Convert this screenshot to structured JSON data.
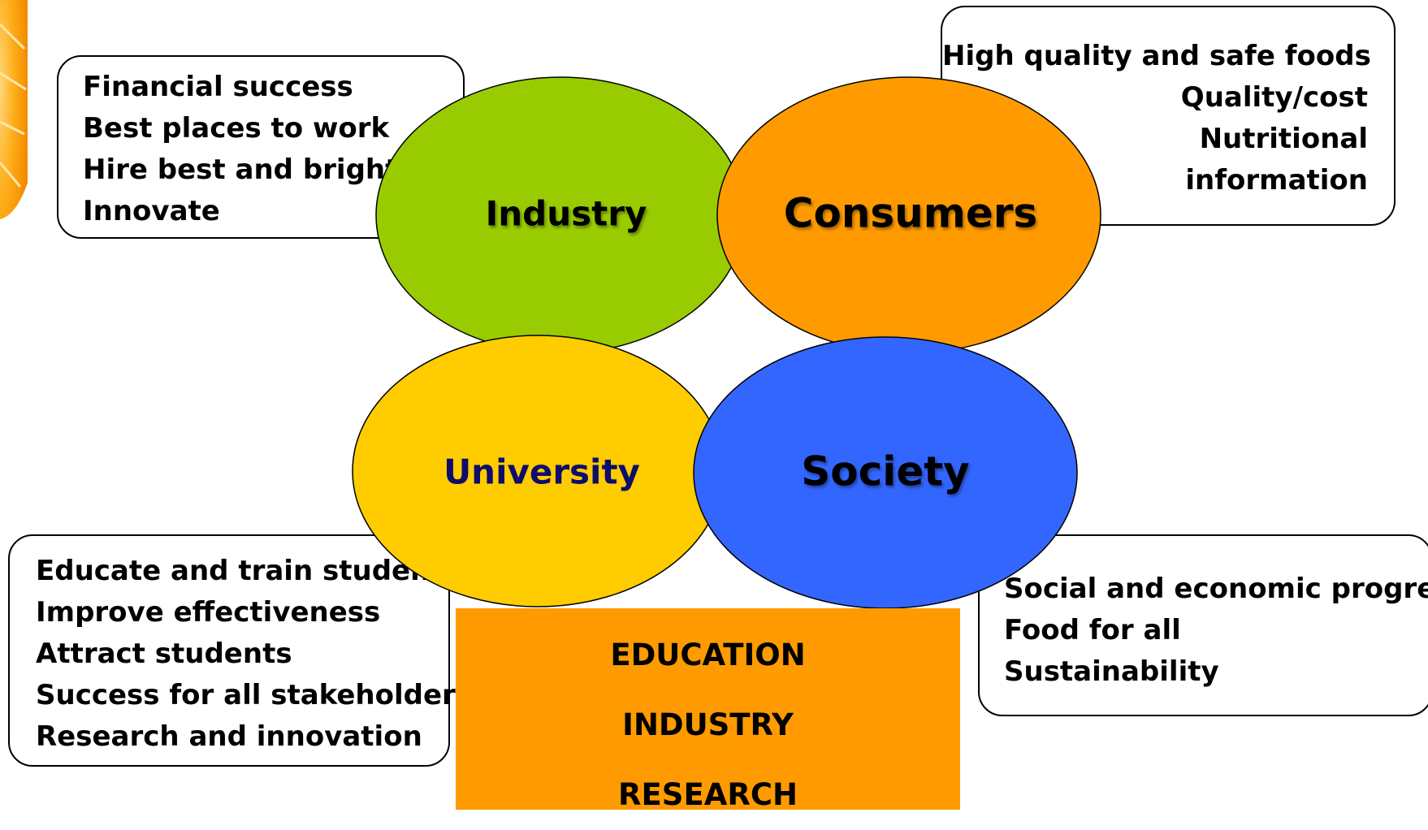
{
  "stakeholder_boxes": {
    "industry": [
      "Financial success",
      "Best places to work",
      "Hire best and brightest",
      "Innovate"
    ],
    "consumers": [
      "High quality and safe foods",
      "Quality/cost",
      "Nutritional",
      "information"
    ],
    "university": [
      "Educate and train students",
      "Improve effectiveness",
      "Attract students",
      "Success for all stakeholders",
      "Research and innovation"
    ],
    "society": [
      "Social and economic progress",
      "Food for all",
      "Sustainability"
    ]
  },
  "circles": {
    "industry": {
      "label": "Industry",
      "color": "#99cc00"
    },
    "consumers": {
      "label": "Consumers",
      "color": "#ff9b00"
    },
    "university": {
      "label": "University",
      "color": "#ffcc00",
      "text_color": "#0d0d6b"
    },
    "society": {
      "label": "Society",
      "color": "#3366ff"
    }
  },
  "bottom_panel": {
    "lines": [
      "EDUCATION",
      "INDUSTRY",
      "RESEARCH"
    ],
    "color": "#ff9b00"
  }
}
